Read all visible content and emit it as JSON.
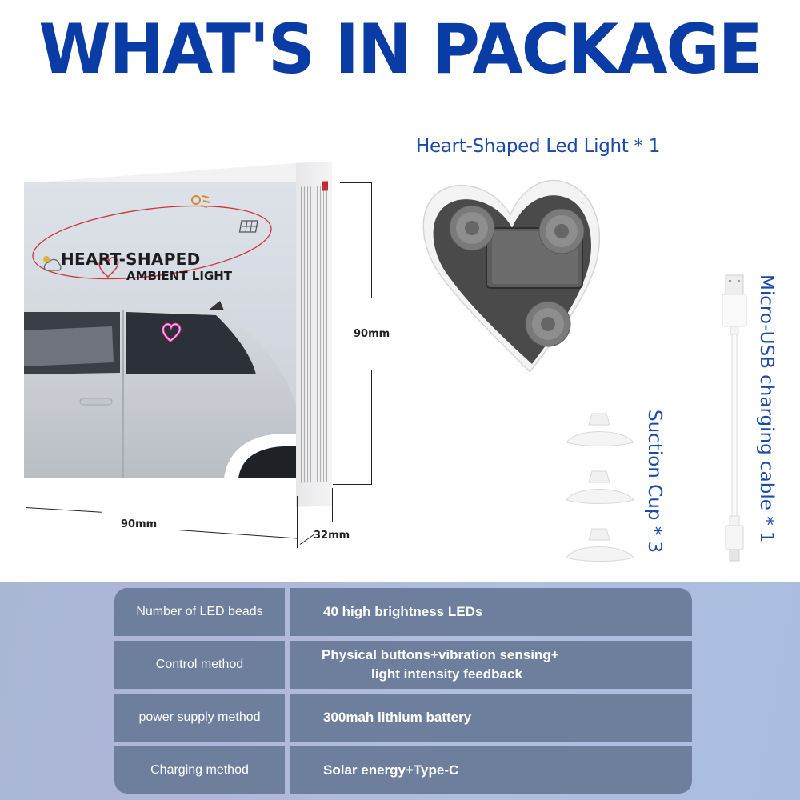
{
  "header": {
    "title": "WHAT'S IN PACKAGE"
  },
  "box": {
    "brand_line1": "HEART-SHAPED",
    "brand_line2": "AMBIENT LIGHT",
    "dimensions": {
      "height": "90mm",
      "width": "90mm",
      "depth": "32mm"
    }
  },
  "items": [
    {
      "label": "Heart-Shaped Led Light * 1",
      "icon": "heart-led-device"
    },
    {
      "label": "Suction Cup * 3",
      "icon": "suction-cup"
    },
    {
      "label": "Micro-USB charging cable * 1",
      "icon": "usb-cable"
    }
  ],
  "specs": {
    "rows": [
      {
        "key": "Number of LED beads",
        "value": [
          "40 high brightness LEDs"
        ]
      },
      {
        "key": "Control method",
        "value": [
          "Physical buttons+vibration sensing+",
          "light intensity feedback"
        ]
      },
      {
        "key": "power supply method",
        "value": [
          "300mah lithium battery"
        ]
      },
      {
        "key": "Charging method",
        "value": [
          "Solar energy+Type-C"
        ]
      }
    ]
  },
  "colors": {
    "title_blue": "#0a3ca6",
    "label_blue": "#1b4aa8",
    "table_cell": "#6e7f9e",
    "table_bg": "#aab7d4",
    "neon_heart": "#ff3fb4"
  }
}
